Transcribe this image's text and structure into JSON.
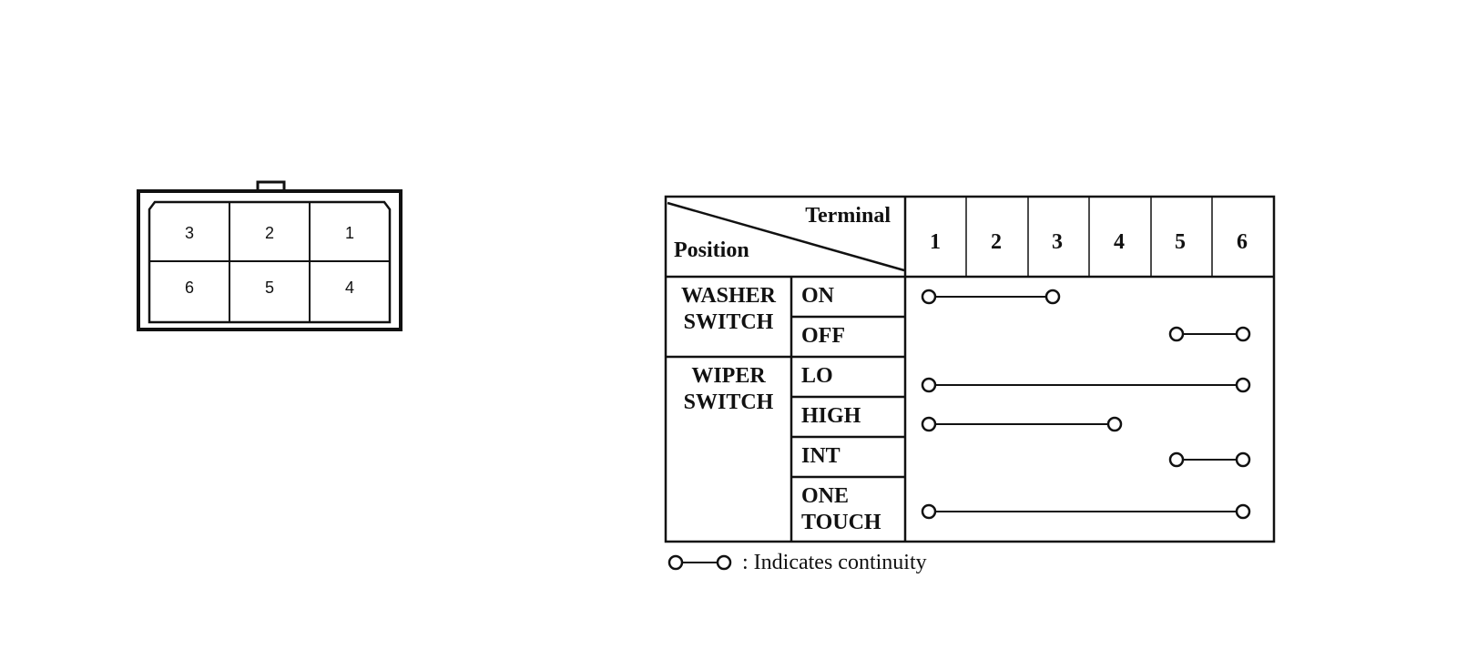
{
  "connector": {
    "pins_top": [
      "3",
      "2",
      "1"
    ],
    "pins_bottom": [
      "6",
      "5",
      "4"
    ]
  },
  "table": {
    "header_terminal": "Terminal",
    "header_position": "Position",
    "terminals": [
      "1",
      "2",
      "3",
      "4",
      "5",
      "6"
    ],
    "groups": [
      {
        "label_line1": "WASHER",
        "label_line2": "SWITCH",
        "rows": [
          {
            "position": "ON",
            "continuity": [
              1,
              3
            ]
          },
          {
            "position": "OFF",
            "continuity": [
              5,
              6
            ]
          }
        ]
      },
      {
        "label_line1": "WIPER",
        "label_line2": "SWITCH",
        "rows": [
          {
            "position": "LO",
            "continuity": [
              1,
              6
            ]
          },
          {
            "position": "HIGH",
            "continuity": [
              1,
              4
            ]
          },
          {
            "position": "INT",
            "continuity": [
              5,
              6
            ]
          },
          {
            "position_line1": "ONE",
            "position_line2": "TOUCH",
            "continuity": [
              1,
              6
            ]
          }
        ]
      }
    ]
  },
  "legend": {
    "text": ": Indicates continuity"
  }
}
